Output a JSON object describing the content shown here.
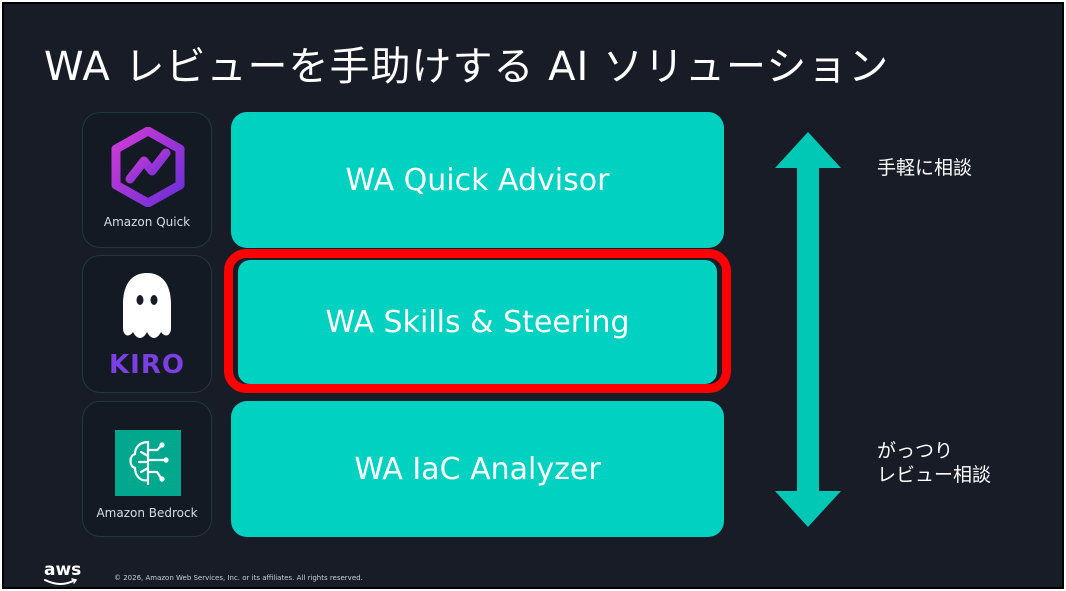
{
  "title": "WA レビューを手助けする AI ソリューション",
  "logos": [
    {
      "label": "Amazon Quick",
      "icon": "amazon-quick-icon"
    },
    {
      "label": "KIRO",
      "icon": "kiro-ghost-icon"
    },
    {
      "label": "Amazon Bedrock",
      "icon": "amazon-bedrock-icon"
    }
  ],
  "layers": [
    {
      "label": "WA Quick Advisor"
    },
    {
      "label": "WA Skills & Steering",
      "highlighted": true
    },
    {
      "label": "WA IaC Analyzer"
    }
  ],
  "scale": {
    "top_label": "手軽に相談",
    "bottom_line1": "がっつり",
    "bottom_line2": "レビュー相談"
  },
  "footer": {
    "brand": "aws",
    "copyright": "© 2026, Amazon Web Services, Inc. or its affiliates. All rights reserved."
  },
  "colors": {
    "background": "#171c27",
    "layer": "#00d1c1",
    "highlight": "#ff0000",
    "arrow": "#00c8b4",
    "quick": "#a23bdc",
    "kiro": "#7b3fe4",
    "bedrock": "#01a88d"
  }
}
